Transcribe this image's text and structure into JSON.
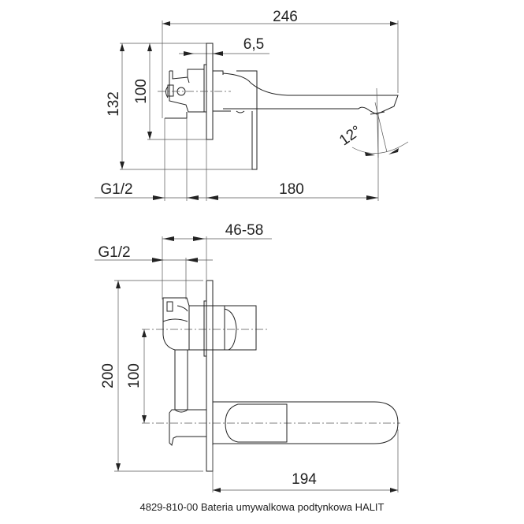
{
  "top_view": {
    "dim_total_length": "246",
    "dim_plate": "6,5",
    "dim_height_outer": "132",
    "dim_height_inner": "100",
    "dim_thread": "G1/2",
    "dim_spout_reach": "180",
    "dim_angle": "12°"
  },
  "front_view": {
    "dim_depth_range": "46-58",
    "dim_thread": "G1/2",
    "dim_height_outer": "200",
    "dim_axis_spacing": "100",
    "dim_spout_length": "194"
  },
  "caption": "4829-810-00 Bateria umywalkowa podtynkowa HALIT"
}
